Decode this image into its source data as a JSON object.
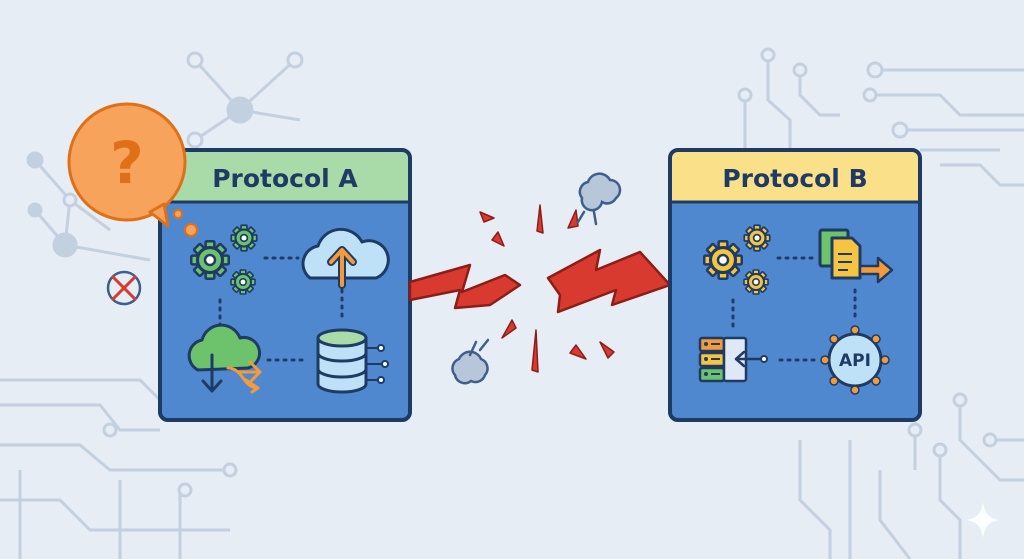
{
  "protocol_a": {
    "title": "Protocol A",
    "header_color": "#a8dba8"
  },
  "protocol_b": {
    "title": "Protocol B",
    "header_color": "#fbe08a"
  },
  "api_node": {
    "label": "API"
  },
  "question_bubble": {
    "symbol": "?"
  },
  "icons": {
    "protocol_a": [
      "gears-icon",
      "cloud-upload-icon",
      "cloud-download-icon",
      "database-icon"
    ],
    "protocol_b": [
      "gears-icon",
      "documents-transfer-icon",
      "server-rack-icon",
      "api-hub-icon"
    ],
    "misc": [
      "question-icon",
      "disconnected-icon",
      "lightning-bolt-icon",
      "smoke-icon",
      "sparkle-icon"
    ]
  },
  "colors": {
    "background": "#e6edf5",
    "panel": "#4f88cf",
    "panel_border": "#1f3b64",
    "lightning": "#d93a2f",
    "question": "#f7a35c",
    "circuit": "#c3d0df"
  }
}
